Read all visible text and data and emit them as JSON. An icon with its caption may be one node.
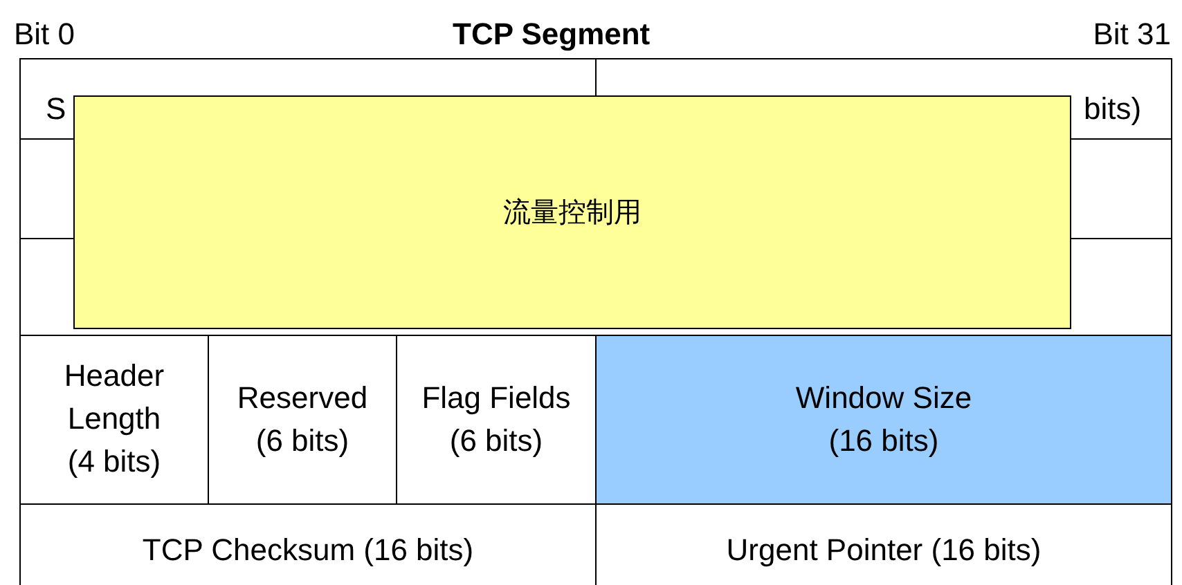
{
  "diagram": {
    "title": "TCP Segment",
    "nodes": [
      {
        "text": [
          "流量控制用"
        ]
      }
    ],
    "edges": [],
    "labels": [
      "Bit 0",
      "Bit 31",
      "S",
      "bits)",
      "Header Length (4 bits)",
      "Reserved (6 bits)",
      "Flag Fields (6 bits)",
      "Window Size (16 bits)",
      "TCP Checksum (16 bits)",
      "Urgent Pointer (16 bits)"
    ]
  }
}
